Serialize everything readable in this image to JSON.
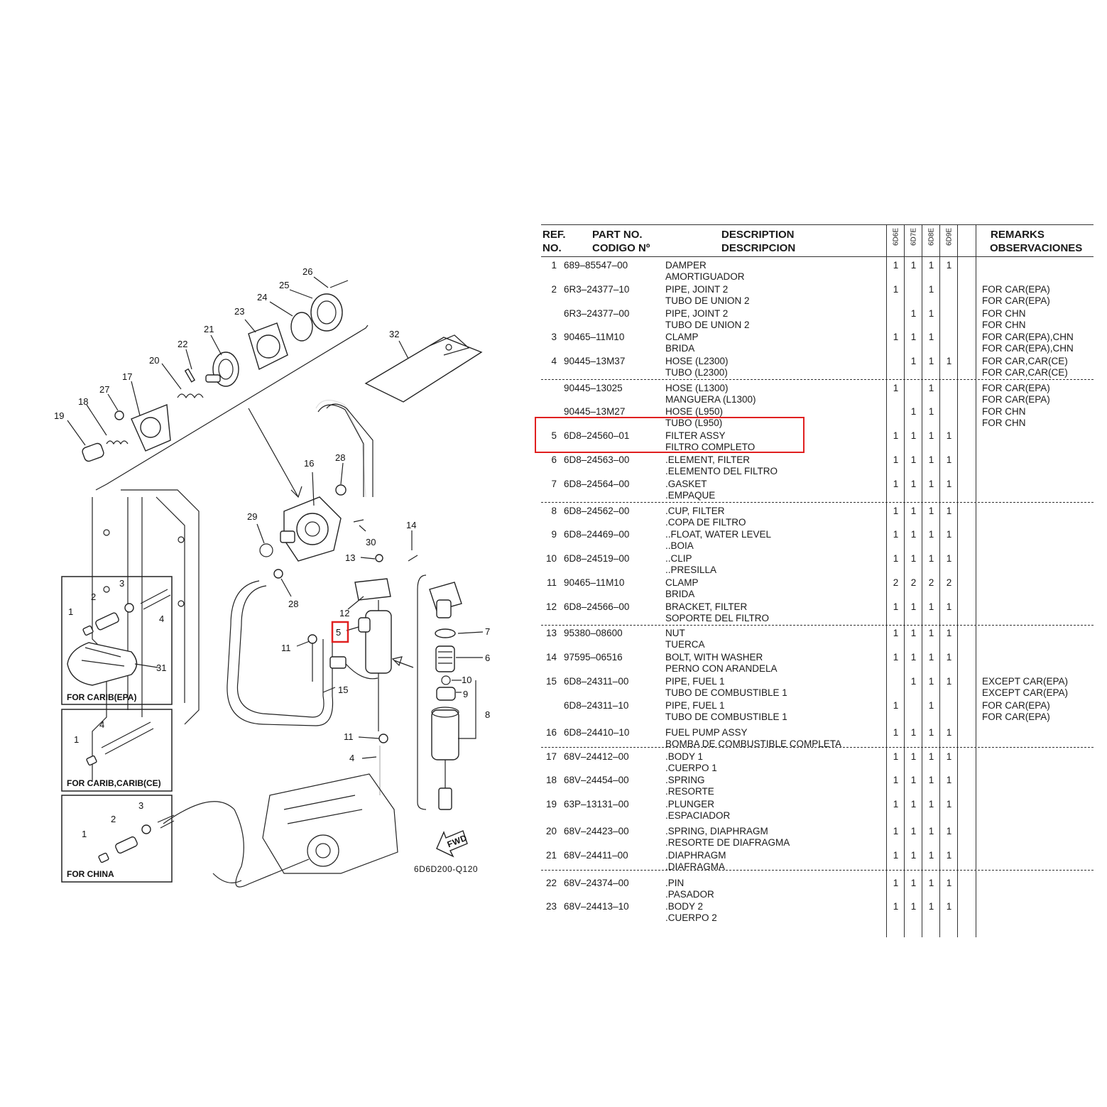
{
  "diagram": {
    "code": "6D6D200-Q120",
    "fwd": "FWD",
    "boxes": [
      "FOR CARIB(EPA)",
      "FOR CARIB,CARIB(CE)",
      "FOR CHINA"
    ],
    "callouts": [
      "1",
      "2",
      "3",
      "4",
      "5",
      "6",
      "7",
      "8",
      "9",
      "10",
      "11",
      "12",
      "13",
      "14",
      "15",
      "16",
      "17",
      "18",
      "19",
      "20",
      "21",
      "22",
      "23",
      "24",
      "25",
      "26",
      "27",
      "28",
      "29",
      "30",
      "31",
      "32"
    ]
  },
  "table": {
    "headers": {
      "ref_line1": "REF.",
      "ref_line2": "NO.",
      "part_line1": "PART NO.",
      "part_line2": "CODIGO Nº",
      "desc_line1": "DESCRIPTION",
      "desc_line2": "DESCRIPCION",
      "remarks_line1": "REMARKS",
      "remarks_line2": "OBSERVACIONES"
    },
    "models": [
      "6D6E",
      "6D7E",
      "6D8E",
      "6D9E"
    ],
    "highlight_color": "#e02020",
    "rows": [
      {
        "ref": "1",
        "pn": "689–85547–00",
        "d1": "DAMPER",
        "d2": "AMORTIGUADOR",
        "q": [
          "1",
          "1",
          "1",
          "1"
        ],
        "r1": "",
        "r2": ""
      },
      {
        "ref": "2",
        "pn": "6R3–24377–10",
        "d1": "PIPE, JOINT 2",
        "d2": "TUBO DE UNION 2",
        "q": [
          "1",
          "",
          "1",
          ""
        ],
        "r1": "FOR CAR(EPA)",
        "r2": "FOR CAR(EPA)"
      },
      {
        "ref": "",
        "pn": "6R3–24377–00",
        "d1": "PIPE, JOINT 2",
        "d2": "TUBO DE UNION 2",
        "q": [
          "",
          "1",
          "1",
          ""
        ],
        "r1": "FOR CHN",
        "r2": "FOR CHN"
      },
      {
        "ref": "3",
        "pn": "90465–11M10",
        "d1": "CLAMP",
        "d2": "BRIDA",
        "q": [
          "1",
          "1",
          "1",
          ""
        ],
        "r1": "FOR CAR(EPA),CHN",
        "r2": "FOR CAR(EPA),CHN"
      },
      {
        "ref": "4",
        "pn": "90445–13M37",
        "d1": "HOSE (L2300)",
        "d2": "TUBO (L2300)",
        "q": [
          "",
          "1",
          "1",
          "1"
        ],
        "r1": "FOR CAR,CAR(CE)",
        "r2": "FOR CAR,CAR(CE)"
      },
      {
        "ref": "",
        "pn": "90445–13025",
        "d1": "HOSE (L1300)",
        "d2": "MANGUERA (L1300)",
        "q": [
          "1",
          "",
          "1",
          ""
        ],
        "r1": "FOR CAR(EPA)",
        "r2": "FOR CAR(EPA)"
      },
      {
        "ref": "",
        "pn": "90445–13M27",
        "d1": "HOSE (L950)",
        "d2": "TUBO (L950)",
        "q": [
          "",
          "1",
          "1",
          ""
        ],
        "r1": "FOR CHN",
        "r2": "FOR CHN"
      },
      {
        "ref": "5",
        "pn": "6D8–24560–01",
        "d1": "FILTER ASSY",
        "d2": "FILTRO COMPLETO",
        "q": [
          "1",
          "1",
          "1",
          "1"
        ],
        "r1": "",
        "r2": ""
      },
      {
        "ref": "6",
        "pn": "6D8–24563–00",
        "d1": ".ELEMENT, FILTER",
        "d2": ".ELEMENTO DEL FILTRO",
        "q": [
          "1",
          "1",
          "1",
          "1"
        ],
        "r1": "",
        "r2": ""
      },
      {
        "ref": "7",
        "pn": "6D8–24564–00",
        "d1": ".GASKET",
        "d2": ".EMPAQUE",
        "q": [
          "1",
          "1",
          "1",
          "1"
        ],
        "r1": "",
        "r2": ""
      },
      {
        "ref": "8",
        "pn": "6D8–24562–00",
        "d1": ".CUP, FILTER",
        "d2": ".COPA DE FILTRO",
        "q": [
          "1",
          "1",
          "1",
          "1"
        ],
        "r1": "",
        "r2": ""
      },
      {
        "ref": "9",
        "pn": "6D8–24469–00",
        "d1": "..FLOAT, WATER LEVEL",
        "d2": "..BOIA",
        "q": [
          "1",
          "1",
          "1",
          "1"
        ],
        "r1": "",
        "r2": ""
      },
      {
        "ref": "10",
        "pn": "6D8–24519–00",
        "d1": "..CLIP",
        "d2": "..PRESILLA",
        "q": [
          "1",
          "1",
          "1",
          "1"
        ],
        "r1": "",
        "r2": ""
      },
      {
        "ref": "11",
        "pn": "90465–11M10",
        "d1": "CLAMP",
        "d2": "BRIDA",
        "q": [
          "2",
          "2",
          "2",
          "2"
        ],
        "r1": "",
        "r2": ""
      },
      {
        "ref": "12",
        "pn": "6D8–24566–00",
        "d1": "BRACKET, FILTER",
        "d2": "SOPORTE DEL FILTRO",
        "q": [
          "1",
          "1",
          "1",
          "1"
        ],
        "r1": "",
        "r2": ""
      },
      {
        "ref": "13",
        "pn": "95380–08600",
        "d1": "NUT",
        "d2": "TUERCA",
        "q": [
          "1",
          "1",
          "1",
          "1"
        ],
        "r1": "",
        "r2": ""
      },
      {
        "ref": "14",
        "pn": "97595–06516",
        "d1": "BOLT, WITH WASHER",
        "d2": "PERNO CON ARANDELA",
        "q": [
          "1",
          "1",
          "1",
          "1"
        ],
        "r1": "",
        "r2": ""
      },
      {
        "ref": "15",
        "pn": "6D8–24311–00",
        "d1": "PIPE, FUEL 1",
        "d2": "TUBO DE COMBUSTIBLE 1",
        "q": [
          "",
          "1",
          "1",
          "1"
        ],
        "r1": "EXCEPT CAR(EPA)",
        "r2": "EXCEPT CAR(EPA)"
      },
      {
        "ref": "",
        "pn": "6D8–24311–10",
        "d1": "PIPE, FUEL 1",
        "d2": "TUBO DE COMBUSTIBLE 1",
        "q": [
          "1",
          "",
          "1",
          ""
        ],
        "r1": "FOR CAR(EPA)",
        "r2": "FOR CAR(EPA)"
      },
      {
        "ref": "16",
        "pn": "6D8–24410–10",
        "d1": "FUEL PUMP ASSY",
        "d2": "BOMBA DE COMBUSTIBLE COMPLETA",
        "q": [
          "1",
          "1",
          "1",
          "1"
        ],
        "r1": "",
        "r2": ""
      },
      {
        "ref": "17",
        "pn": "68V–24412–00",
        "d1": ".BODY 1",
        "d2": ".CUERPO 1",
        "q": [
          "1",
          "1",
          "1",
          "1"
        ],
        "r1": "",
        "r2": ""
      },
      {
        "ref": "18",
        "pn": "68V–24454–00",
        "d1": ".SPRING",
        "d2": ".RESORTE",
        "q": [
          "1",
          "1",
          "1",
          "1"
        ],
        "r1": "",
        "r2": ""
      },
      {
        "ref": "19",
        "pn": "63P–13131–00",
        "d1": ".PLUNGER",
        "d2": ".ESPACIADOR",
        "q": [
          "1",
          "1",
          "1",
          "1"
        ],
        "r1": "",
        "r2": ""
      },
      {
        "ref": "20",
        "pn": "68V–24423–00",
        "d1": ".SPRING, DIAPHRAGM",
        "d2": ".RESORTE DE DIAFRAGMA",
        "q": [
          "1",
          "1",
          "1",
          "1"
        ],
        "r1": "",
        "r2": ""
      },
      {
        "ref": "21",
        "pn": "68V–24411–00",
        "d1": ".DIAPHRAGM",
        "d2": ".DIAFRAGMA",
        "q": [
          "1",
          "1",
          "1",
          "1"
        ],
        "r1": "",
        "r2": ""
      },
      {
        "ref": "22",
        "pn": "68V–24374–00",
        "d1": ".PIN",
        "d2": ".PASADOR",
        "q": [
          "1",
          "1",
          "1",
          "1"
        ],
        "r1": "",
        "r2": ""
      },
      {
        "ref": "23",
        "pn": "68V–24413–10",
        "d1": ".BODY 2",
        "d2": ".CUERPO 2",
        "q": [
          "1",
          "1",
          "1",
          "1"
        ],
        "r1": "",
        "r2": ""
      }
    ]
  }
}
